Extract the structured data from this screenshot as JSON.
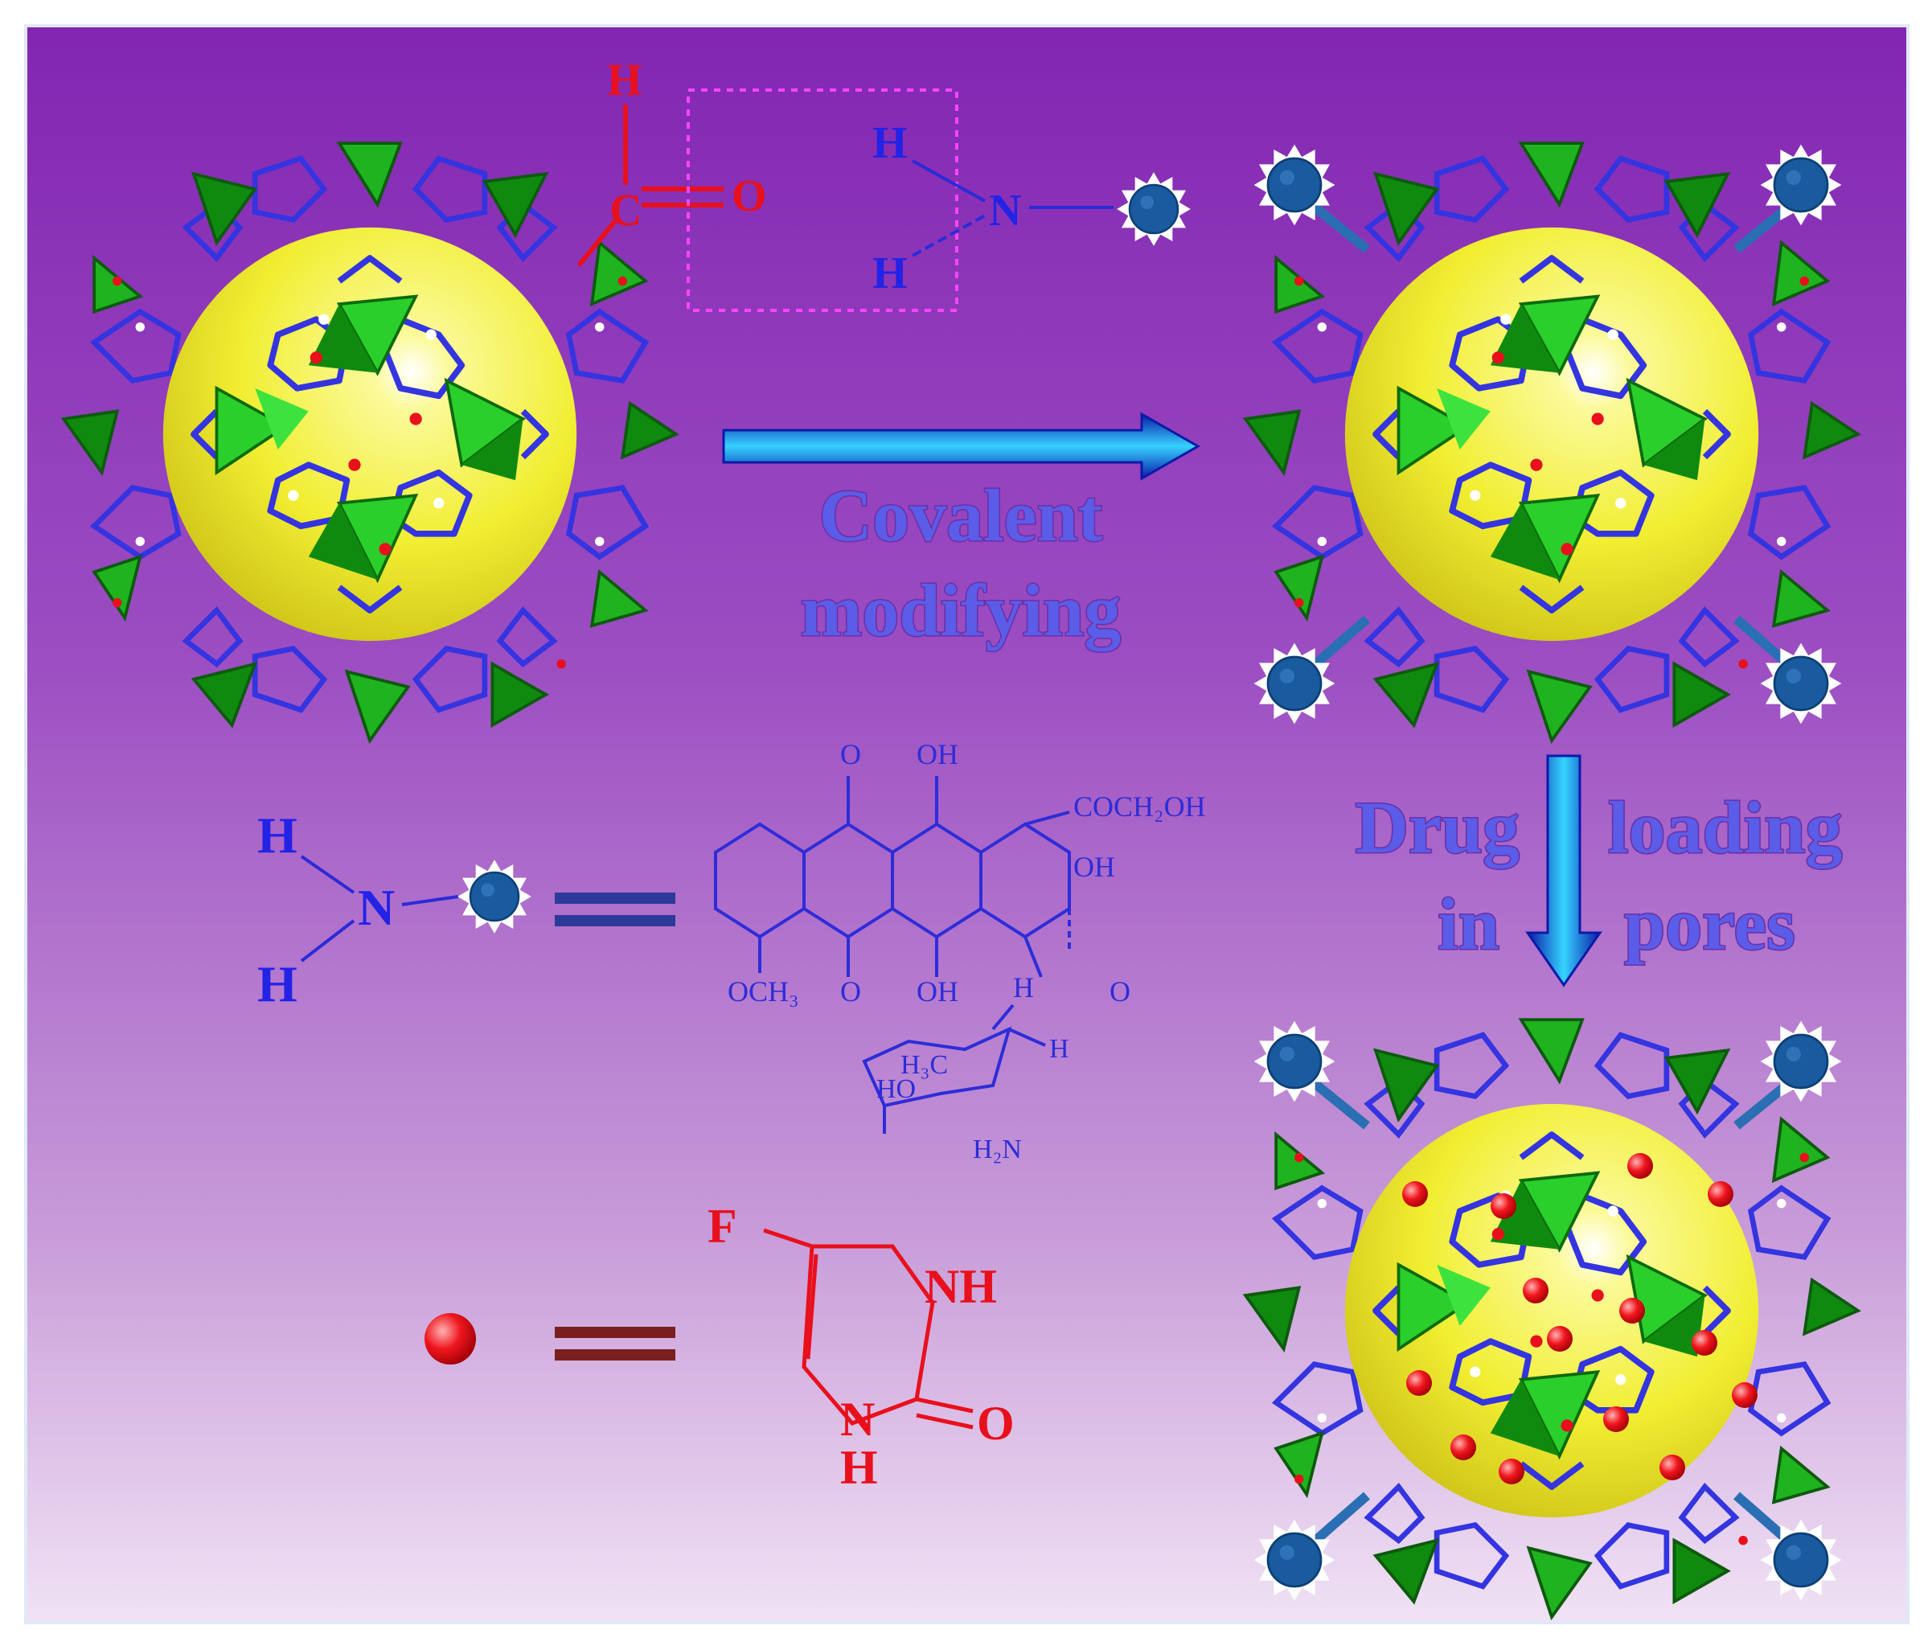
{
  "aldehyde": {
    "h": "H",
    "c": "C",
    "o": "O"
  },
  "amine_top": {
    "h1": "H",
    "n": "N",
    "h2": "H"
  },
  "arrows": {
    "covalent": {
      "line1": "Covalent",
      "line2": "modifying"
    },
    "drug_loading": {
      "left1": "Drug",
      "left2": "in",
      "right1": "loading",
      "right2": "pores"
    }
  },
  "legend_amine": {
    "h1": "H",
    "n": "N",
    "h2": "H"
  },
  "doxorubicin": {
    "o_top": "O",
    "oh_top": "OH",
    "cocooh": "COCH₂OH",
    "oh_right": "OH",
    "och3": "OCH₃",
    "o_bottom": "O",
    "oh_bottom": "OH",
    "h_center": "H",
    "o_link": "O",
    "h3c": "H₃C",
    "ho": "HO",
    "h2n": "H₂N",
    "h_sugar": "H"
  },
  "fluorouracil": {
    "f": "F",
    "nh_top": "NH",
    "n_bottom": "N",
    "h_bottom": "H",
    "o": "O"
  },
  "colors": {
    "background_top": "#8226b2",
    "sphere": "#f3f03a",
    "tetrahedra": "#1fb31f",
    "linker": "#2b2bd6",
    "drug_dot": "#e8101c",
    "drug_badge": "#1a5a9e"
  }
}
